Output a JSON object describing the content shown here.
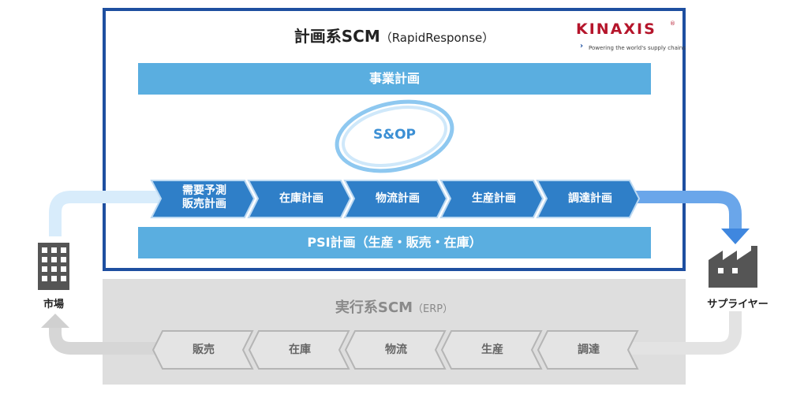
{
  "plan": {
    "title": "計画系SCM",
    "subtitle": "（RapidResponse）",
    "business_plan": "事業計画",
    "sop": "S&OP",
    "psi_plan": "PSI計画（生産・販売・在庫）",
    "steps": [
      {
        "line1": "需要予測",
        "line2": "販売計画"
      },
      {
        "line1": "在庫計画",
        "line2": ""
      },
      {
        "line1": "物流計画",
        "line2": ""
      },
      {
        "line1": "生産計画",
        "line2": ""
      },
      {
        "line1": "調達計画",
        "line2": ""
      }
    ]
  },
  "logo": {
    "word": "KINAXIS",
    "registered": "®",
    "tagline": "Powering the world's supply chains"
  },
  "exec": {
    "title": "実行系SCM",
    "subtitle": "（ERP）",
    "steps": [
      "販売",
      "在庫",
      "物流",
      "生産",
      "調達"
    ]
  },
  "market": {
    "label": "市場",
    "icon": "building-icon"
  },
  "supplier": {
    "label": "サプライヤー",
    "icon": "factory-icon"
  },
  "colors": {
    "frame_blue": "#1e4fa0",
    "bar_blue": "#5aaee0",
    "step_blue": "#2f7fc8",
    "exec_gray": "#dedede",
    "logo_red": "#b5152b"
  }
}
